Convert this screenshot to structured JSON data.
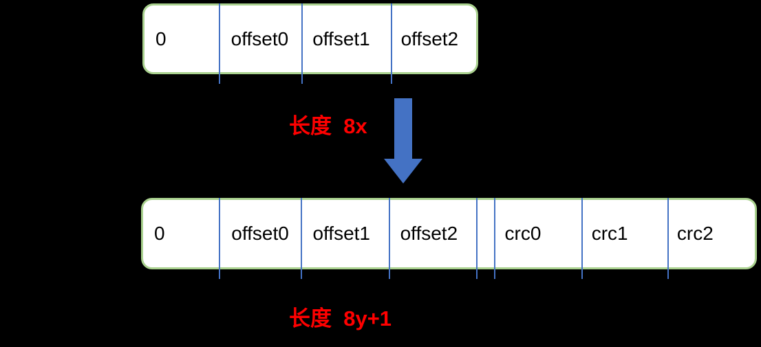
{
  "top_table": {
    "cells": [
      "0",
      "offset0",
      "offset1",
      "offset2"
    ],
    "caption": "长度  8x"
  },
  "bottom_table": {
    "cells": [
      "0",
      "offset0",
      "offset1",
      "offset2",
      "",
      "crc0",
      "crc1",
      "crc2"
    ],
    "caption": "长度  8y+1"
  },
  "colors": {
    "background": "#000000",
    "box_fill": "#ffffff",
    "box_border": "#a9d18e",
    "divider": "#4472c4",
    "arrow": "#4472c4",
    "caption_text": "#ff0000",
    "cell_text": "#000000"
  }
}
